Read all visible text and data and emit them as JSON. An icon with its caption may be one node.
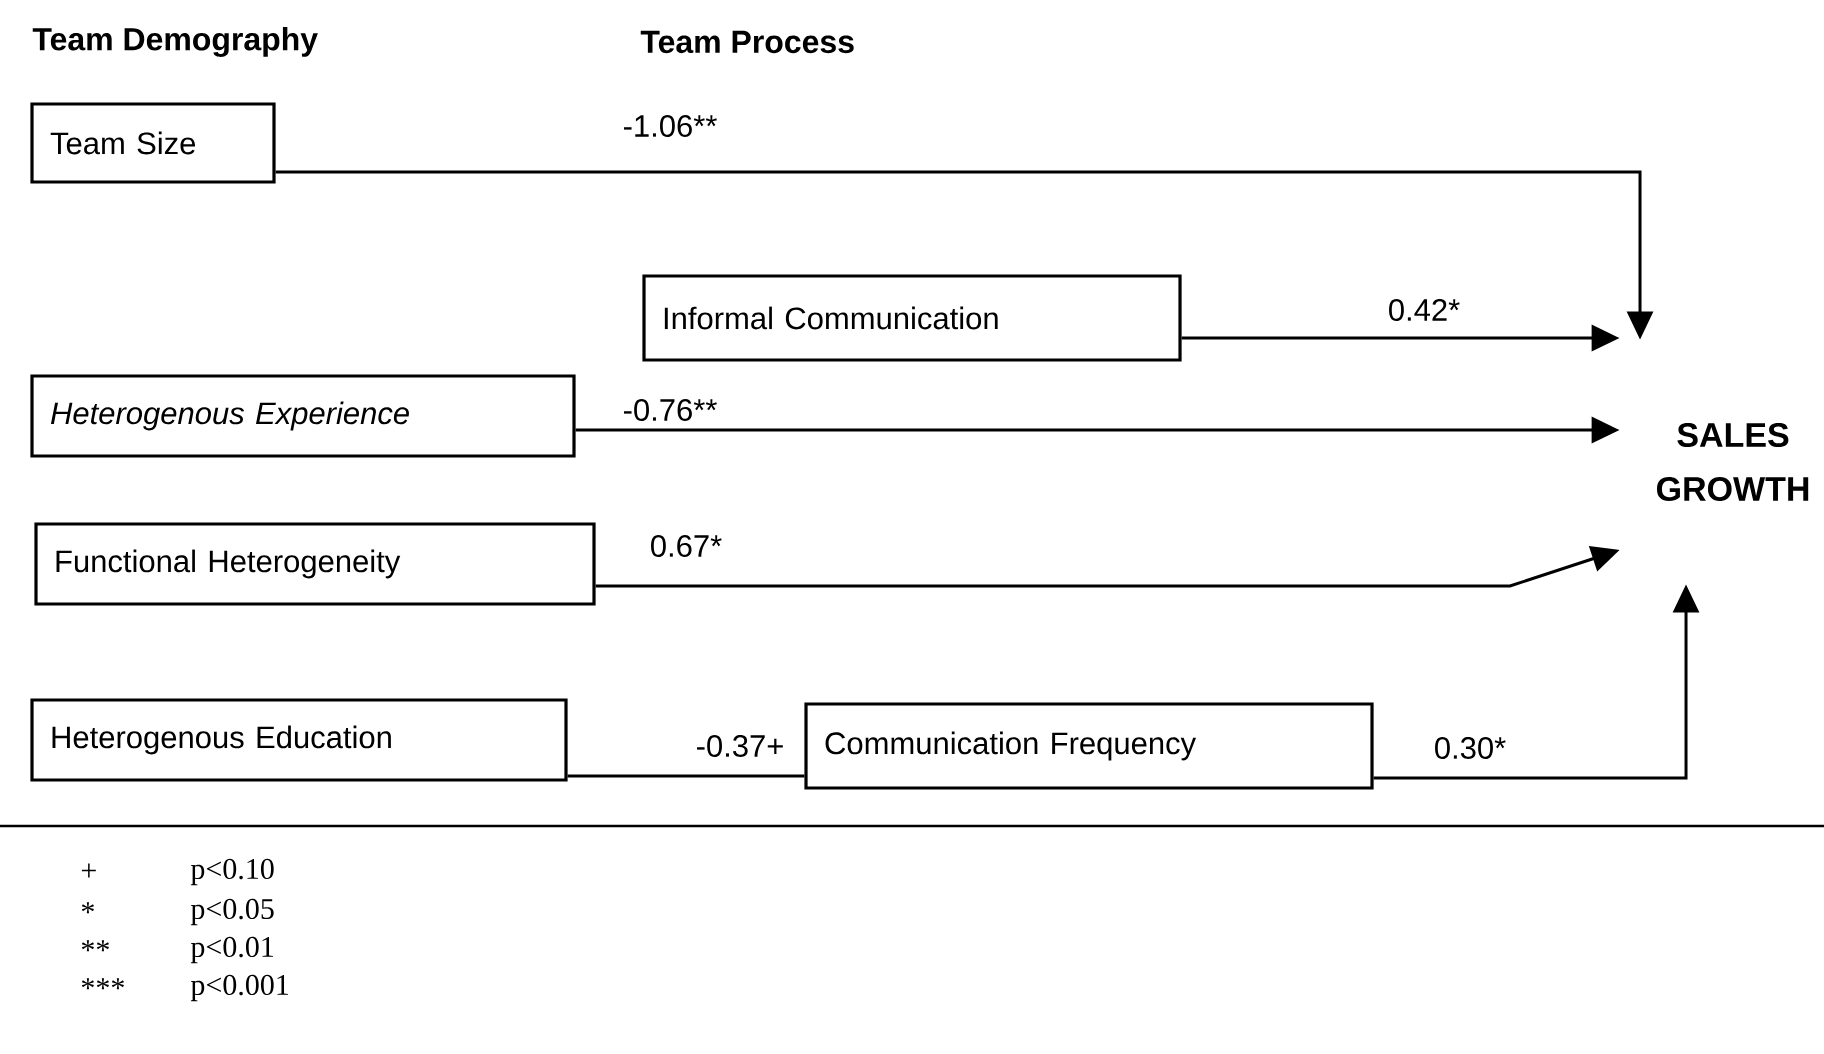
{
  "diagram": {
    "nodes": [
      {
        "text": [
          "Team Size"
        ]
      },
      {
        "text": [
          "Informal Communication"
        ]
      },
      {
        "text": [
          "Heterogenous Experience"
        ]
      },
      {
        "text": [
          "Functional Heterogeneity"
        ]
      },
      {
        "text": [
          "Heterogenous Education"
        ]
      },
      {
        "text": [
          "Communication Frequency"
        ]
      },
      {
        "text": [
          "SALES GROWTH"
        ]
      }
    ],
    "edges": [
      {
        "from": 0,
        "to": 6,
        "arrow": "to",
        "label": "-1.06**"
      },
      {
        "from": 1,
        "to": 6,
        "arrow": "to",
        "label": "0.42*"
      },
      {
        "from": 2,
        "to": 6,
        "arrow": "to",
        "label": "-0.76**"
      },
      {
        "from": 3,
        "to": 6,
        "arrow": "to",
        "label": "0.67*"
      },
      {
        "from": 4,
        "to": 5,
        "arrow": "none",
        "label": "-0.37+"
      },
      {
        "from": 5,
        "to": 6,
        "arrow": "to",
        "label": "0.30*"
      }
    ],
    "labels": [
      "Team Demography",
      "Team Process",
      "+",
      "p<0.10",
      "*",
      "p<0.05",
      "**",
      "p<0.01",
      "***",
      "p<0.001"
    ]
  }
}
